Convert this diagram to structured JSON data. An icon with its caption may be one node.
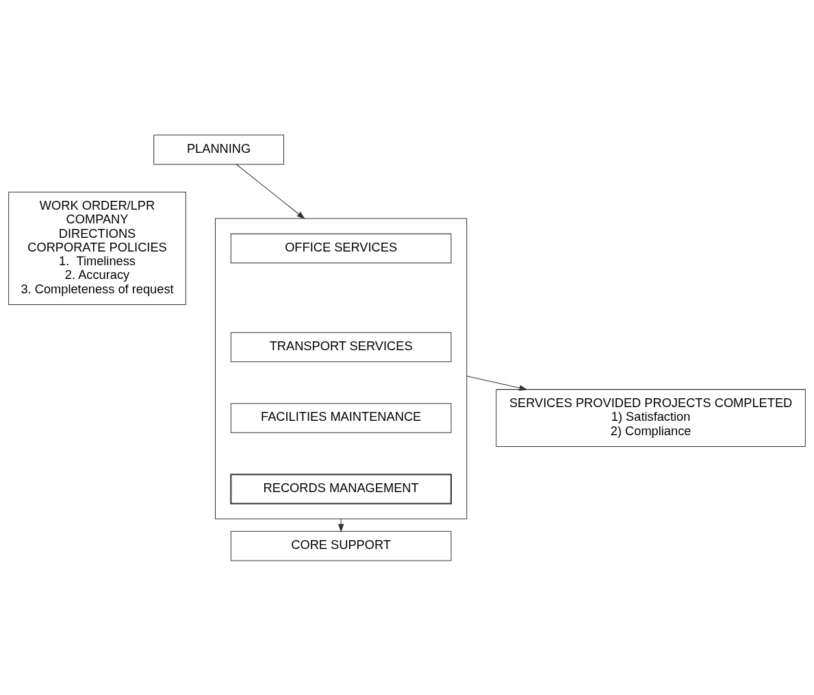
{
  "diagram": {
    "nodes": [
      {
        "text": [
          "PLANNING"
        ]
      },
      {
        "text": [
          "WORK ORDER/LPR",
          "COMPANY",
          "DIRECTIONS",
          "CORPORATE POLICIES",
          "1.  Timeliness",
          "2. Accuracy",
          "3. Completeness of request"
        ]
      },
      {
        "text": [],
        "shape": "box"
      },
      {
        "text": [
          "OFFICE SERVICES"
        ],
        "in": 2
      },
      {
        "text": [
          "TRANSPORT SERVICES"
        ],
        "in": 2
      },
      {
        "text": [
          "FACILITIES MAINTENANCE"
        ],
        "in": 2
      },
      {
        "text": [
          "RECORDS MANAGEMENT"
        ],
        "in": 2
      },
      {
        "text": [
          "SERVICES PROVIDED PROJECTS COMPLETED",
          "1) Satisfaction",
          "2) Compliance"
        ]
      },
      {
        "text": [
          "CORE SUPPORT"
        ]
      }
    ],
    "edges": [
      {
        "from": 0,
        "to": 2,
        "arrow": "to"
      },
      {
        "from": 2,
        "to": 7,
        "arrow": "to"
      },
      {
        "from": 2,
        "to": 8,
        "arrow": "to"
      }
    ]
  }
}
